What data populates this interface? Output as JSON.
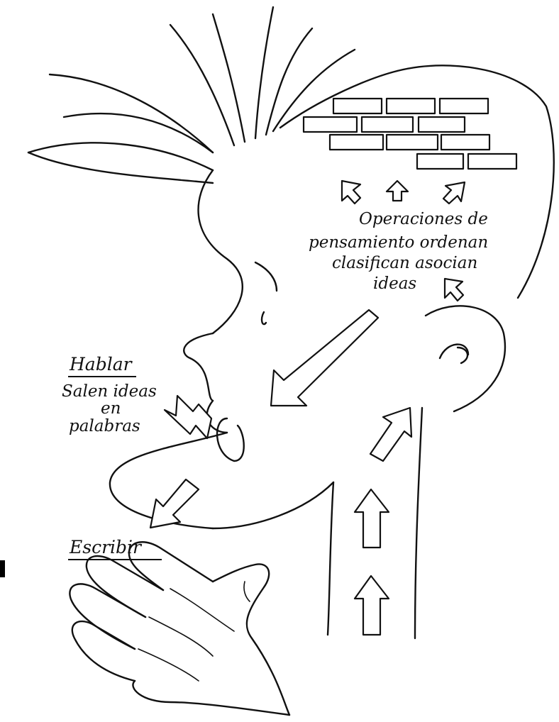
{
  "thinking_caption": {
    "line1": "Operaciones de",
    "line2": "pensamiento ordenan",
    "line3": "clasifican asocian",
    "line4": "ideas"
  },
  "speak_caption": {
    "title": "Hablar",
    "line1": "Salen ideas",
    "line2": "en",
    "line3": "palabras"
  },
  "write_caption": {
    "title": "Escribir"
  },
  "colors": {
    "ink": "#111111",
    "paper": "#ffffff"
  },
  "icons": [
    "brick-wall-icon",
    "arrow-icon",
    "hand-icon",
    "head-icon"
  ]
}
